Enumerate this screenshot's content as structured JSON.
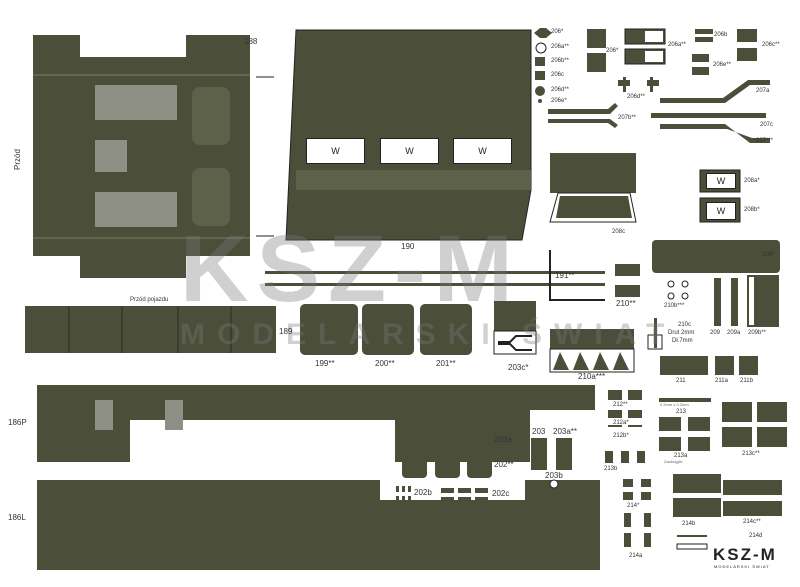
{
  "sheet": {
    "colors": {
      "olive": "#4b4f3a",
      "olive_light": "#5d6149",
      "grid": "#8e9086",
      "paper": "#ffffff"
    },
    "side_labels": {
      "front": "Przód",
      "vehicle_front": "Przód pojazdu"
    },
    "hood_windows": [
      "W",
      "W",
      "W"
    ],
    "frame_windows": {
      "a": "W",
      "b": "W"
    },
    "parts": {
      "p188": "188",
      "p189": "189",
      "p190": "190",
      "p191": "191**",
      "p199": "199**",
      "p200": "200**",
      "p201": "201**",
      "p186P": "186P",
      "p186L": "186L",
      "p202": "202**",
      "p202a": "202a",
      "p202b": "202b",
      "p202c": "202c",
      "p203": "203",
      "p203a": "203a**",
      "p203b": "203b",
      "p203c": "203c*",
      "p206": "206*",
      "p206a": "206a**",
      "p206b": "206b**",
      "p206c": "206c",
      "p206d": "206d**",
      "p206e": "206e*",
      "p206_2": "206*",
      "p206a_2": "206a**",
      "p206b_2": "206b",
      "p206c_2": "206c**",
      "p206d_2": "206d**",
      "p206e_2": "206e**",
      "p207a": "207a",
      "p207b": "207b**",
      "p207c": "207c",
      "p207": "207***",
      "p208": "208*",
      "p208a": "208a*",
      "p208b": "208b*",
      "p208c": "208c",
      "p209": "209",
      "p209a": "209a",
      "p209b": "209b**",
      "p210": "210**",
      "p210a": "210a***",
      "p210b": "210b***",
      "p210c": "210c",
      "wire_note": "Drut 2mm",
      "wire_length": "Dł.7mm",
      "p211": "211",
      "p211a": "211a",
      "p211b": "211b",
      "p212": "212**",
      "p212a": "212a*",
      "p212b": "212b*",
      "p213": "213",
      "p213a": "213a",
      "p213b": "213b",
      "p213c": "213c**",
      "p213_note": "0.2mm x 0.2mm",
      "p213a_note": "Zaokrąglić",
      "p214": "214*",
      "p214a": "214a",
      "p214b": "214b",
      "p214c": "214c**",
      "p214d": "214d"
    },
    "watermark": {
      "logo": "KSZ-M",
      "subtitle": "MODELARSKI ŚWIAT"
    },
    "brand": {
      "logo": "KSZ-M",
      "subtitle": "MODELARSKI ŚWIAT"
    }
  }
}
